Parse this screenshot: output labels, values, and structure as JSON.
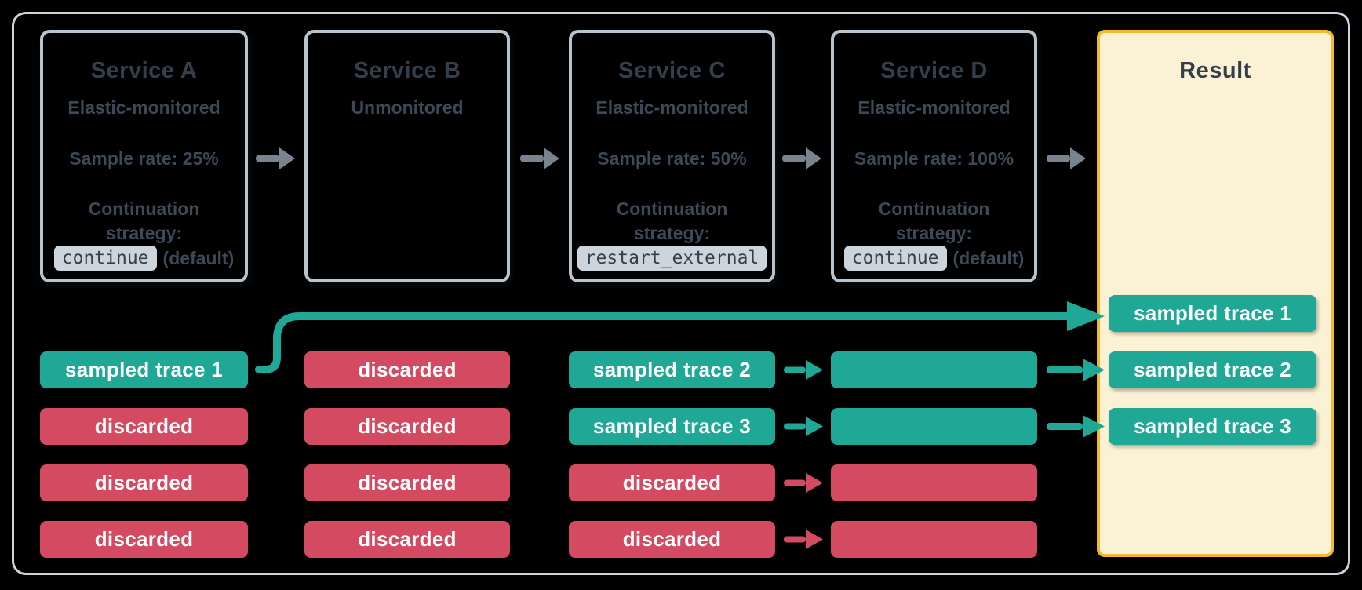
{
  "colors": {
    "teal": "#1fa895",
    "red": "#d44b61",
    "title_text": "#333f4b",
    "body_text": "#3c4956",
    "box_border": "#b8c4cd",
    "frame_border": "#cbd4db",
    "arrow_gray": "#78848f",
    "code_bg": "#ccd5dc",
    "code_text": "#333f4b",
    "result_bg": "#fbf2d5",
    "result_border": "#f3bb2c",
    "chip_text": "#ffffff",
    "background": "#000000"
  },
  "services": [
    {
      "title": "Service A",
      "subtitle": "Elastic-monitored",
      "sample_rate": "Sample rate: 25%",
      "continuation_line1": "Continuation",
      "continuation_line2": "strategy:",
      "strategy_code": "continue",
      "strategy_note": "(default)"
    },
    {
      "title": "Service B",
      "subtitle": "Unmonitored"
    },
    {
      "title": "Service C",
      "subtitle": "Elastic-monitored",
      "sample_rate": "Sample rate: 50%",
      "continuation_line1": "Continuation",
      "continuation_line2": "strategy:",
      "strategy_code": "restart_external",
      "strategy_note": ""
    },
    {
      "title": "Service D",
      "subtitle": "Elastic-monitored",
      "sample_rate": "Sample rate: 100%",
      "continuation_line1": "Continuation",
      "continuation_line2": "strategy:",
      "strategy_code": "continue",
      "strategy_note": "(default)"
    }
  ],
  "trace_columns": [
    {
      "service": "Service A",
      "rows": [
        {
          "label": "sampled trace 1",
          "status": "sampled"
        },
        {
          "label": "discarded",
          "status": "discarded"
        },
        {
          "label": "discarded",
          "status": "discarded"
        },
        {
          "label": "discarded",
          "status": "discarded"
        }
      ]
    },
    {
      "service": "Service B",
      "rows": [
        {
          "label": "discarded",
          "status": "discarded"
        },
        {
          "label": "discarded",
          "status": "discarded"
        },
        {
          "label": "discarded",
          "status": "discarded"
        },
        {
          "label": "discarded",
          "status": "discarded"
        }
      ]
    },
    {
      "service": "Service C",
      "rows": [
        {
          "label": "sampled trace 2",
          "status": "sampled"
        },
        {
          "label": "sampled trace 3",
          "status": "sampled"
        },
        {
          "label": "discarded",
          "status": "discarded"
        },
        {
          "label": "discarded",
          "status": "discarded"
        }
      ]
    },
    {
      "service": "Service D",
      "rows": [
        {
          "label": "",
          "status": "sampled"
        },
        {
          "label": "",
          "status": "sampled"
        },
        {
          "label": "",
          "status": "discarded"
        },
        {
          "label": "",
          "status": "discarded"
        }
      ]
    }
  ],
  "result": {
    "title": "Result",
    "traces": [
      "sampled trace 1",
      "sampled trace 2",
      "sampled trace 3"
    ]
  }
}
